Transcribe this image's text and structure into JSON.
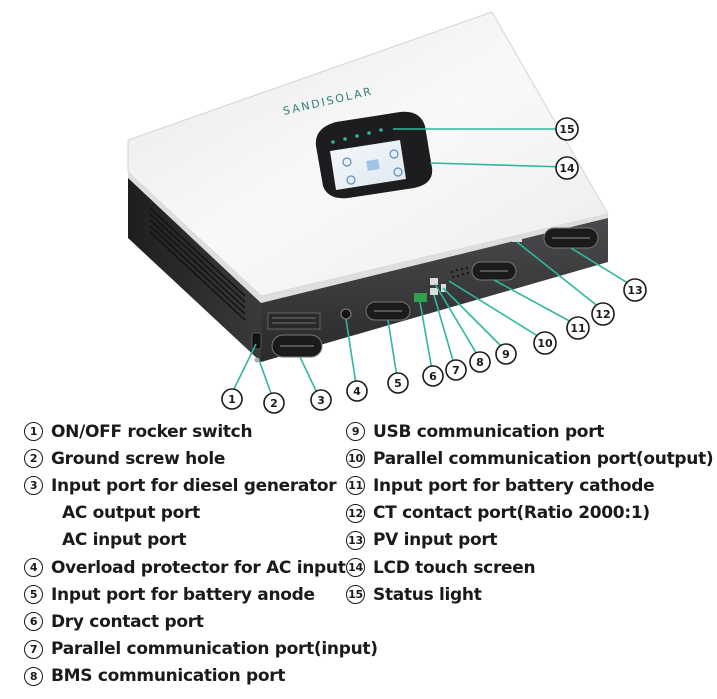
{
  "brand": "SANDISOLAR",
  "callouts": [
    "1",
    "2",
    "3",
    "4",
    "5",
    "6",
    "7",
    "8",
    "9",
    "10",
    "11",
    "12",
    "13",
    "14",
    "15"
  ],
  "legend_left": [
    {
      "num": "1",
      "label": "ON/OFF rocker switch"
    },
    {
      "num": "2",
      "label": "Ground screw hole"
    },
    {
      "num": "3",
      "label": "Input port for diesel generator"
    },
    {
      "num": "",
      "label": "AC output port"
    },
    {
      "num": "",
      "label": "AC input port"
    },
    {
      "num": "4",
      "label": "Overload protector for AC input"
    },
    {
      "num": "5",
      "label": "Input port for battery anode"
    },
    {
      "num": "6",
      "label": "Dry contact port"
    },
    {
      "num": "7",
      "label": "Parallel communication port(input)"
    },
    {
      "num": "8",
      "label": "BMS communication port"
    }
  ],
  "legend_right": [
    {
      "num": "9",
      "label": "USB communication port"
    },
    {
      "num": "10",
      "label": "Parallel communication port(output)"
    },
    {
      "num": "11",
      "label": "Input port for battery cathode"
    },
    {
      "num": "12",
      "label": "CT contact port(Ratio 2000:1)"
    },
    {
      "num": "13",
      "label": "PV input port"
    },
    {
      "num": "14",
      "label": "LCD touch screen"
    },
    {
      "num": "15",
      "label": "Status light"
    }
  ],
  "colors": {
    "callout_line": "#2fb6a0",
    "brand": "#2f7f7a",
    "case": "#f2f2f2",
    "panel": "#3a3a3c"
  }
}
